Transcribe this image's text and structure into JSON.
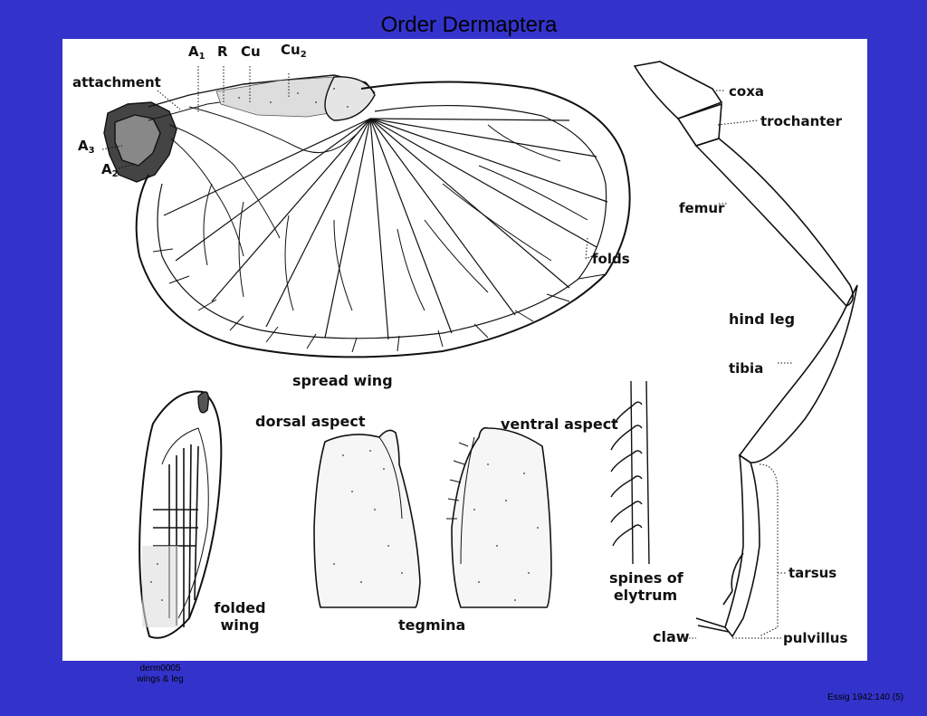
{
  "slide": {
    "title": "Order Dermaptera",
    "caption_line1": "derm0005",
    "caption_line2": "wings & leg",
    "credit": "Essig 1942:140 (5)",
    "background_color": "#3333cc",
    "panel_color": "#ffffff"
  },
  "figure": {
    "spread_wing": {
      "attachment": "attachment",
      "a1": "A",
      "a1_sub": "1",
      "r": "R",
      "cu": "Cu",
      "cu2": "Cu",
      "cu2_sub": "2",
      "a3": "A",
      "a3_sub": "3",
      "a2": "A",
      "a2_sub": "2",
      "folds": "folds",
      "caption": "spread wing"
    },
    "folded_wing": {
      "line1": "folded",
      "line2": "wing"
    },
    "tegmina": {
      "dorsal": "dorsal aspect",
      "ventral": "ventral aspect",
      "caption": "tegmina"
    },
    "spines": {
      "line1": "spines of",
      "line2": "elytrum"
    },
    "leg": {
      "coxa": "coxa",
      "trochanter": "trochanter",
      "femur": "femur",
      "hind_leg": "hind leg",
      "tibia": "tibia",
      "tarsus": "tarsus",
      "claw": "claw",
      "pulvillus": "pulvillus"
    }
  }
}
